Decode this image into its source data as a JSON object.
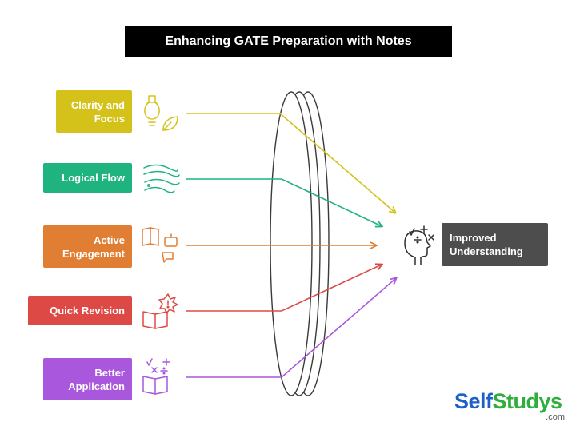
{
  "title": "Enhancing GATE Preparation with Notes",
  "inputs": [
    {
      "line1": "Clarity and",
      "line2": "Focus",
      "color": "#d4c21a",
      "icon": "lightbulb-leaf-icon"
    },
    {
      "line1": "Logical Flow",
      "line2": "",
      "color": "#1fb37f",
      "icon": "river-flow-icon"
    },
    {
      "line1": "Active",
      "line2": "Engagement",
      "color": "#e07f33",
      "icon": "book-chat-icon"
    },
    {
      "line1": "Quick Revision",
      "line2": "",
      "color": "#dd4a45",
      "icon": "book-burst-icon"
    },
    {
      "line1": "Better",
      "line2": "Application",
      "color": "#a957dd",
      "icon": "book-math-icon"
    }
  ],
  "output": {
    "line1": "Improved",
    "line2": "Understanding",
    "color": "#4d4d4d",
    "icon": "head-math-icon"
  },
  "logo": {
    "self": "Self",
    "studys": "Studys",
    "com": ".com"
  }
}
